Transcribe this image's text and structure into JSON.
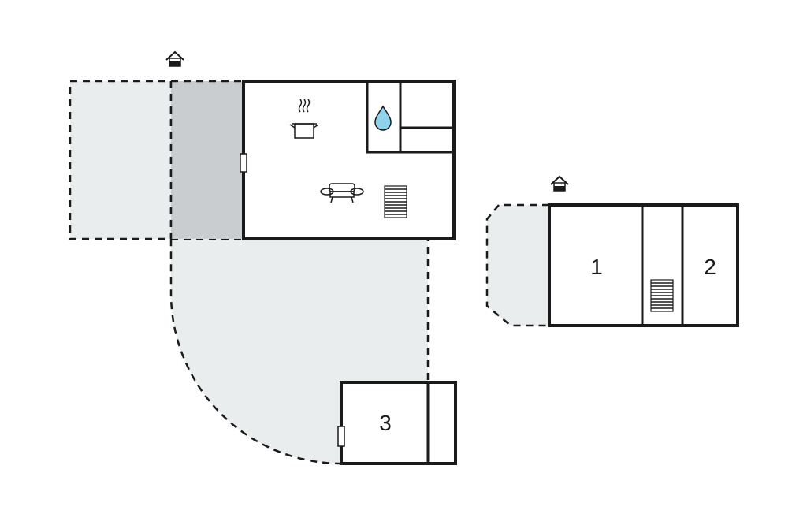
{
  "colors": {
    "outdoor_area": "#e9eded",
    "covered_area": "#c9cdcf",
    "wall": "#1a1a1a",
    "water_drop": "#8fd3ea"
  },
  "rooms": [
    {
      "label": "1"
    },
    {
      "label": "2"
    },
    {
      "label": "3"
    }
  ],
  "icons": [
    "entrance-icon",
    "entrance-icon",
    "cooking-pot-icon",
    "water-drop-icon",
    "sofa-icon",
    "stairs-icon",
    "stairs-icon"
  ]
}
